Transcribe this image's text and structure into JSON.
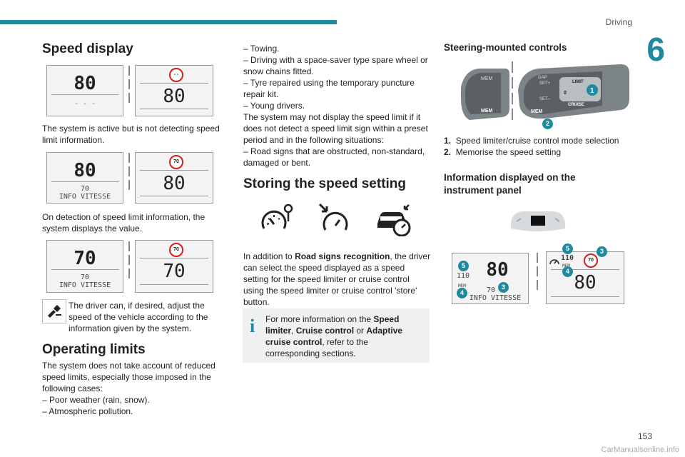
{
  "header": {
    "section": "Driving",
    "chapter": "6",
    "page": "153",
    "watermark": "CarManualsonline.info"
  },
  "col1": {
    "title": "Speed display",
    "display1": {
      "left_big": "80",
      "left_dash": "- - -",
      "sign": "- -",
      "right_big": "80"
    },
    "para1": "The system is active but is not detecting speed limit information.",
    "display2": {
      "left_big": "80",
      "left_small": "70",
      "left_info": "INFO VITESSE",
      "sign": "70",
      "right_big": "80"
    },
    "para2": "On detection of speed limit information, the system displays the value.",
    "display3": {
      "left_big": "70",
      "left_small": "70",
      "left_info": "INFO VITESSE",
      "sign": "70",
      "right_big": "70"
    },
    "tip": "The driver can, if desired, adjust the speed of the vehicle according to the information given by the system.",
    "limits_title": "Operating limits",
    "limits_para": "The system does not take account of reduced speed limits, especially those imposed in the following cases:",
    "limits_item1": "–  Poor weather (rain, snow).",
    "limits_item2": "–  Atmospheric pollution."
  },
  "col2": {
    "item1": "–  Towing.",
    "item2": "–  Driving with a space-saver type spare wheel or snow chains fitted.",
    "item3": "–  Tyre repaired using the temporary puncture repair kit.",
    "item4": "–  Young drivers.",
    "para1": "The system may not display the speed limit if it does not detect a speed limit sign within a preset period and in the following situations:",
    "item5": "–  Road signs that are obstructed, non-standard, damaged or bent.",
    "store_title": "Storing the speed setting",
    "store_para_a": "In addition to ",
    "store_para_bold": "Road signs recognition",
    "store_para_b": ", the driver can select the speed displayed as a speed setting for the speed limiter or cruise control using the speed limiter or cruise control 'store' button.",
    "info_a": "For more information on the ",
    "info_b1": "Speed limiter",
    "info_sep1": ", ",
    "info_b2": "Cruise control",
    "info_or": " or ",
    "info_b3": "Adaptive cruise control",
    "info_c": ", refer to the corresponding sections.",
    "info_icon": "i"
  },
  "col3": {
    "steer_title": "Steering-mounted controls",
    "ctrl_labels": {
      "mem": "MEM",
      "set_plus": "SET+",
      "set_minus": "SET–",
      "limit": "LIMIT",
      "cruise": "CRUISE",
      "gap": "GAP",
      "zero": "0",
      "one": "1",
      "two": "2"
    },
    "list1_num": "1.",
    "list1_text": "Speed limiter/cruise control mode selection",
    "list2_num": "2.",
    "list2_text": "Memorise the speed setting",
    "panel_title": "Information displayed on the instrument panel",
    "panel": {
      "left_big": "80",
      "left_small": "110",
      "left_mem": "MEM",
      "left_sign": "70",
      "left_info": "INFO VITESSE",
      "right_setting": "110",
      "right_mem": "MEM",
      "right_sign": "70",
      "right_big": "80",
      "badges": [
        "3",
        "4",
        "5"
      ]
    }
  },
  "colors": {
    "accent": "#1e8aa0",
    "sign_red": "#d02020"
  }
}
